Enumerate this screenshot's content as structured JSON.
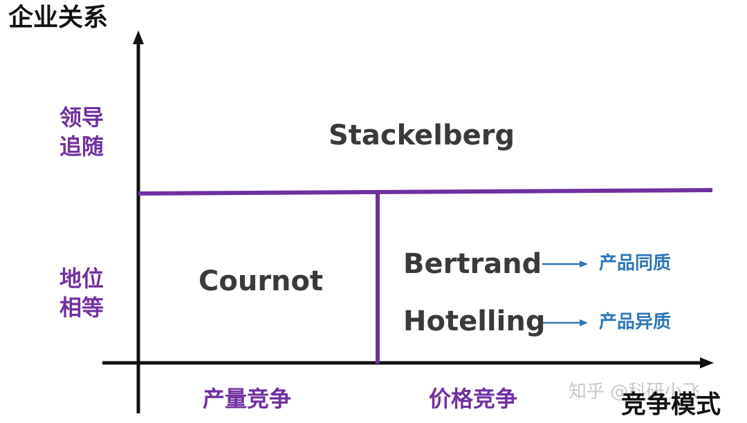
{
  "colors": {
    "axis": "#111111",
    "divider": "#7030a0",
    "category": "#7030a0",
    "model": "#3a3a3a",
    "note": "#2e75b6",
    "watermark": "#c8c8c8"
  },
  "axes": {
    "y_title": "企业关系",
    "x_title": "竞争模式"
  },
  "y_categories": {
    "top_line1": "领导",
    "top_line2": "追随",
    "bottom_line1": "地位",
    "bottom_line2": "相等"
  },
  "x_categories": {
    "left": "产量竞争",
    "right": "价格竞争"
  },
  "models": {
    "stackelberg": "Stackelberg",
    "cournot": "Cournot",
    "bertrand": "Bertrand",
    "hotelling": "Hotelling"
  },
  "notes": {
    "bertrand": "产品同质",
    "hotelling": "产品异质"
  },
  "watermark": "知乎 @科研小飞"
}
